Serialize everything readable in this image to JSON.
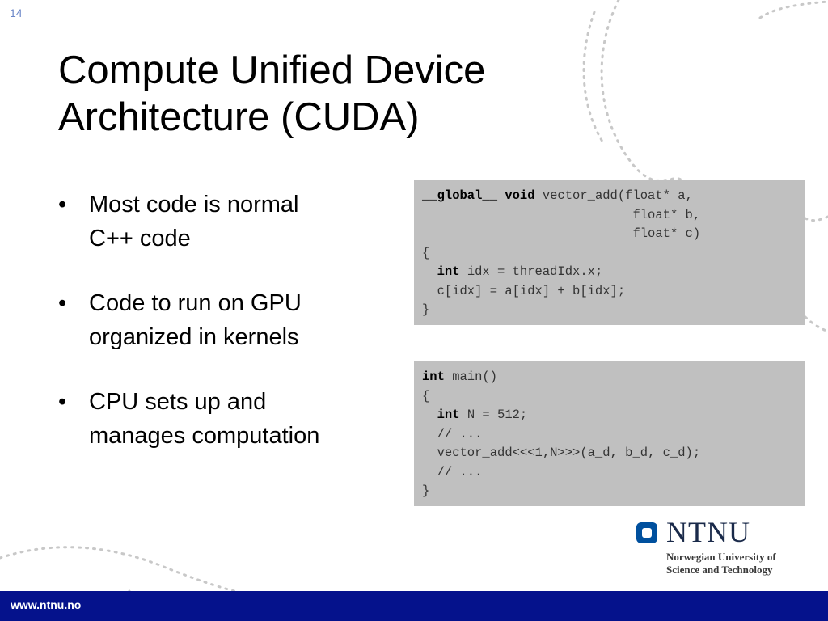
{
  "slide_number": "14",
  "title": {
    "line1": "Compute Unified Device",
    "line2": "Architecture (CUDA)"
  },
  "bullets": [
    {
      "marker": "•",
      "lines": [
        "Most code is normal",
        "C++ code"
      ]
    },
    {
      "marker": "•",
      "lines": [
        "Code to run on GPU",
        "organized in kernels"
      ]
    },
    {
      "marker": "•",
      "lines": [
        "CPU sets up and",
        "manages computation"
      ]
    }
  ],
  "code_blocks": [
    {
      "lines": [
        {
          "kw": "__global__ void",
          "rest": " vector_add(float* a,"
        },
        {
          "kw": "",
          "rest": "                            float* b,"
        },
        {
          "kw": "",
          "rest": "                            float* c)"
        },
        {
          "kw": "",
          "rest": "{"
        },
        {
          "indent": "  ",
          "kw": "int",
          "rest": " idx = threadIdx.x;"
        },
        {
          "kw": "",
          "rest": "  c[idx] = a[idx] + b[idx];"
        },
        {
          "kw": "",
          "rest": "}"
        }
      ]
    },
    {
      "lines": [
        {
          "kw": "int",
          "rest": " main()"
        },
        {
          "kw": "",
          "rest": "{"
        },
        {
          "indent": "  ",
          "kw": "int",
          "rest": " N = 512;"
        },
        {
          "kw": "",
          "rest": "  // ..."
        },
        {
          "kw": "",
          "rest": "  vector_add<<<1,N>>>(a_d, b_d, c_d);"
        },
        {
          "kw": "",
          "rest": "  // ..."
        },
        {
          "kw": "",
          "rest": "}"
        }
      ]
    }
  ],
  "logo": {
    "name": "NTNU",
    "subtitle_line1": "Norwegian University of",
    "subtitle_line2": "Science and Technology"
  },
  "footer": {
    "url": "www.ntnu.no"
  },
  "colors": {
    "footer_bar": "#05128c",
    "code_background": "#c0c0c0",
    "logo_mark": "#00509e",
    "slide_number": "#6a86c8"
  }
}
